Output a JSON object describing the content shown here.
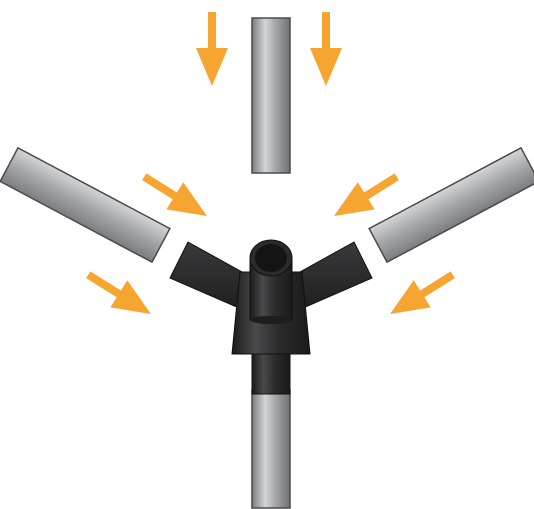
{
  "diagram": {
    "colors": {
      "background": "#ffffff",
      "tube_dark": "#7b7d80",
      "tube_mid": "#a7a9ac",
      "tube_light": "#d4d5d7",
      "tube_outline": "#4a4a4c",
      "connector": "#2b2b2c",
      "connector_dark": "#1a1a1a",
      "connector_highlight": "#4a4a4b",
      "arrow": "#f7a531"
    },
    "icons": {
      "arrow": "arrow-icon",
      "connector": "three-way-connector-icon"
    },
    "parts": {
      "tubes": [
        "top-tube",
        "left-tube",
        "right-tube",
        "bottom-tube"
      ],
      "arrows": [
        "arrow-top-left",
        "arrow-top-right",
        "arrow-mid-left",
        "arrow-low-left",
        "arrow-mid-right",
        "arrow-low-right"
      ]
    }
  }
}
